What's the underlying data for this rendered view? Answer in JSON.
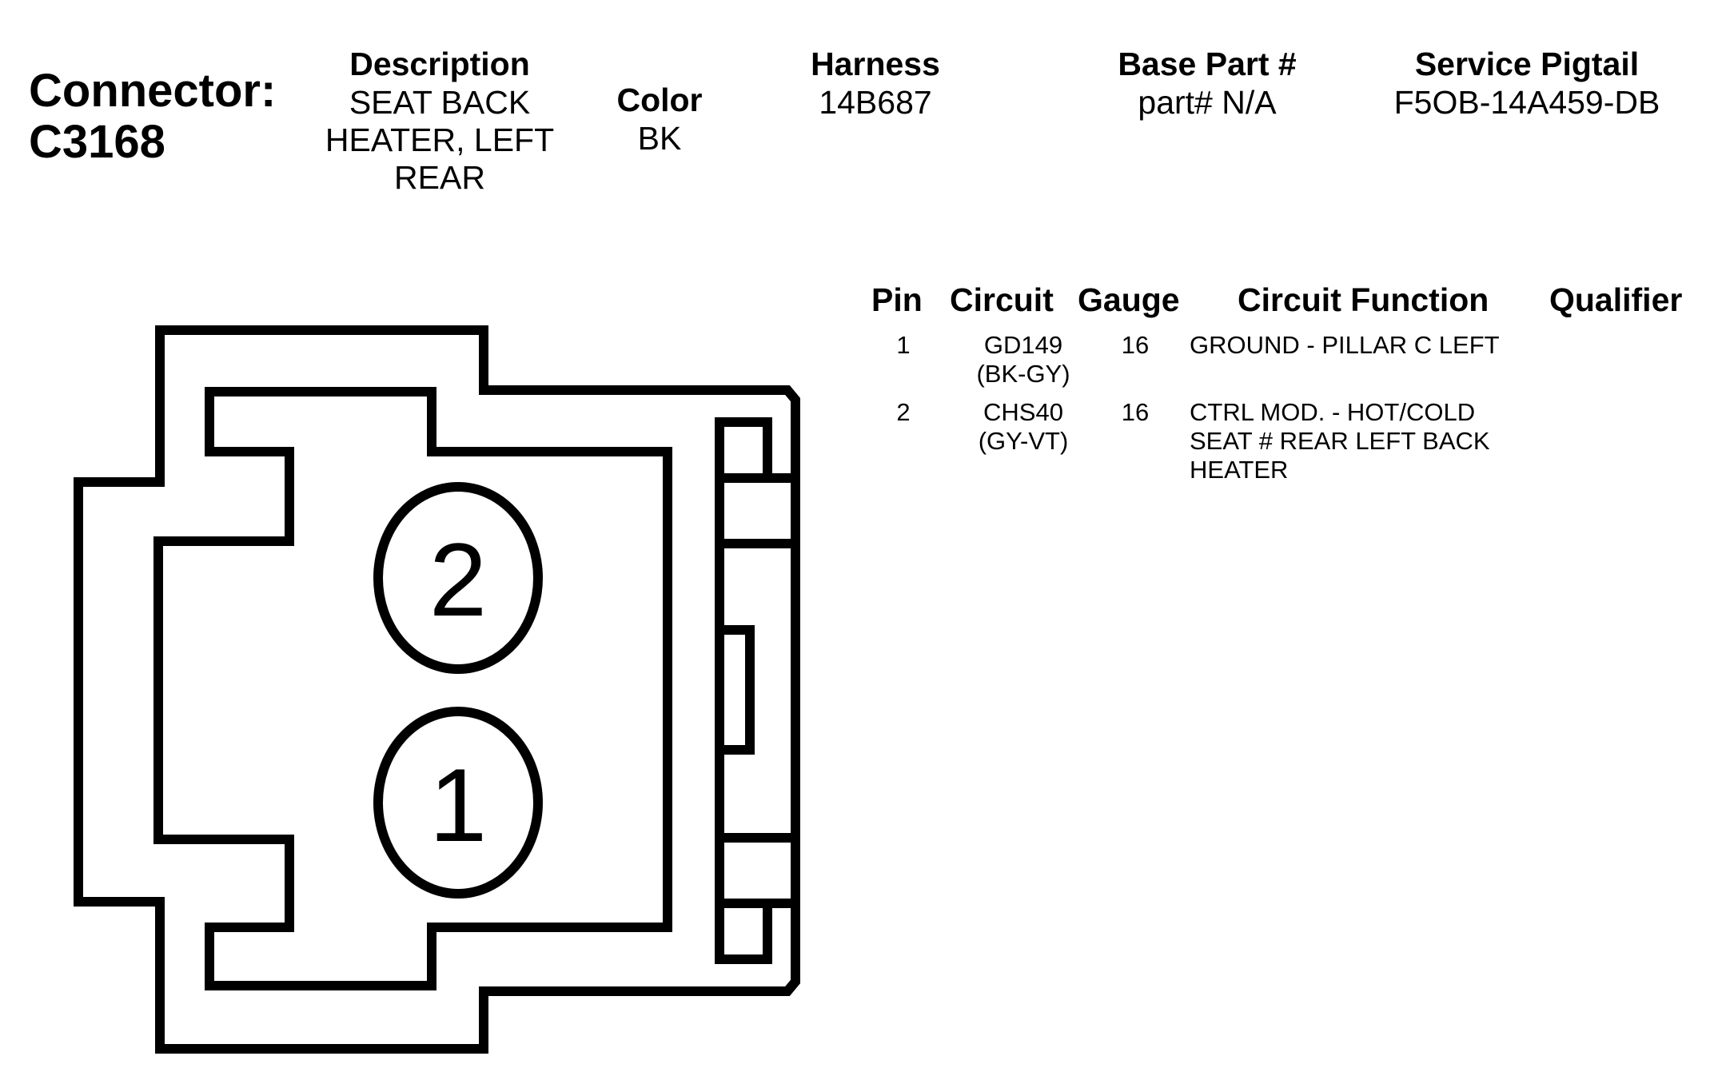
{
  "connector": {
    "label": "Connector:",
    "id": "C3168"
  },
  "header": {
    "description": {
      "title": "Description",
      "lines": [
        "SEAT BACK",
        "HEATER, LEFT",
        "REAR"
      ]
    },
    "color": {
      "title": "Color",
      "value": "BK"
    },
    "harness": {
      "title": "Harness",
      "value": "14B687"
    },
    "base_part": {
      "title": "Base Part #",
      "value": "part# N/A"
    },
    "service_pigtail": {
      "title": "Service Pigtail",
      "value": "F5OB-14A459-DB"
    }
  },
  "table": {
    "columns": [
      "Pin",
      "Circuit",
      "Gauge",
      "Circuit Function",
      "Qualifier"
    ],
    "rows": [
      {
        "pin": "1",
        "circuit": [
          "GD149",
          "(BK-GY)"
        ],
        "gauge": "16",
        "function": [
          "GROUND - PILLAR C LEFT"
        ],
        "qualifier": ""
      },
      {
        "pin": "2",
        "circuit": [
          "CHS40",
          "(GY-VT)"
        ],
        "gauge": "16",
        "function": [
          "CTRL MOD. - HOT/COLD",
          "SEAT # REAR LEFT BACK",
          "HEATER"
        ],
        "qualifier": ""
      }
    ]
  },
  "diagram": {
    "cavities": [
      {
        "label": "2"
      },
      {
        "label": "1"
      }
    ],
    "stroke_color": "#000000"
  }
}
